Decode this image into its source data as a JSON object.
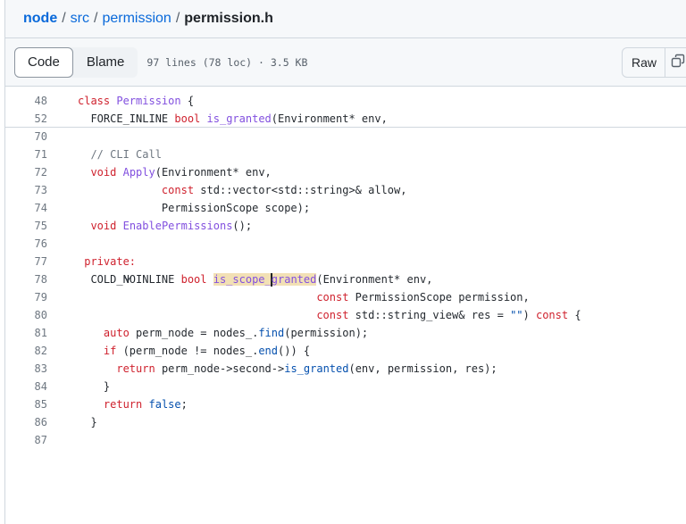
{
  "breadcrumb": {
    "items": [
      "node",
      "src",
      "permission"
    ],
    "separator": "/",
    "current": "permission.h"
  },
  "toolbar": {
    "tabs": [
      {
        "label": "Code",
        "active": true
      },
      {
        "label": "Blame",
        "active": false
      }
    ],
    "file_meta": "97 lines (78 loc) · 3.5 KB",
    "raw_label": "Raw",
    "copy_icon": "copy-icon"
  },
  "code": {
    "sticky": [
      {
        "num": "48",
        "text": "class Permission {"
      },
      {
        "num": "52",
        "text": "  FORCE_INLINE bool is_granted(Environment* env,"
      }
    ],
    "lines": [
      {
        "num": "70",
        "text": ""
      },
      {
        "num": "71",
        "text": "  // CLI Call"
      },
      {
        "num": "72",
        "text": "  void Apply(Environment* env,"
      },
      {
        "num": "73",
        "text": "             const std::vector<std::string>& allow,"
      },
      {
        "num": "74",
        "text": "             PermissionScope scope);"
      },
      {
        "num": "75",
        "text": "  void EnablePermissions();"
      },
      {
        "num": "76",
        "text": ""
      },
      {
        "num": "77",
        "text": " private:"
      },
      {
        "num": "78",
        "text": "  COLD_NOINLINE bool is_scope_granted(Environment* env,",
        "foldable": true,
        "highlight": "is_scope_granted"
      },
      {
        "num": "79",
        "text": "                                     const PermissionScope permission,"
      },
      {
        "num": "80",
        "text": "                                     const std::string_view& res = \"\") const {"
      },
      {
        "num": "81",
        "text": "    auto perm_node = nodes_.find(permission);"
      },
      {
        "num": "82",
        "text": "    if (perm_node != nodes_.end()) {"
      },
      {
        "num": "83",
        "text": "      return perm_node->second->is_granted(env, permission, res);"
      },
      {
        "num": "84",
        "text": "    }"
      },
      {
        "num": "85",
        "text": "    return false;"
      },
      {
        "num": "86",
        "text": "  }"
      },
      {
        "num": "87",
        "text": ""
      }
    ]
  },
  "colors": {
    "link": "#0969da",
    "keyword": "#cf222e",
    "function": "#8250df",
    "call": "#0550ae",
    "highlight": "#f2e0b5"
  }
}
